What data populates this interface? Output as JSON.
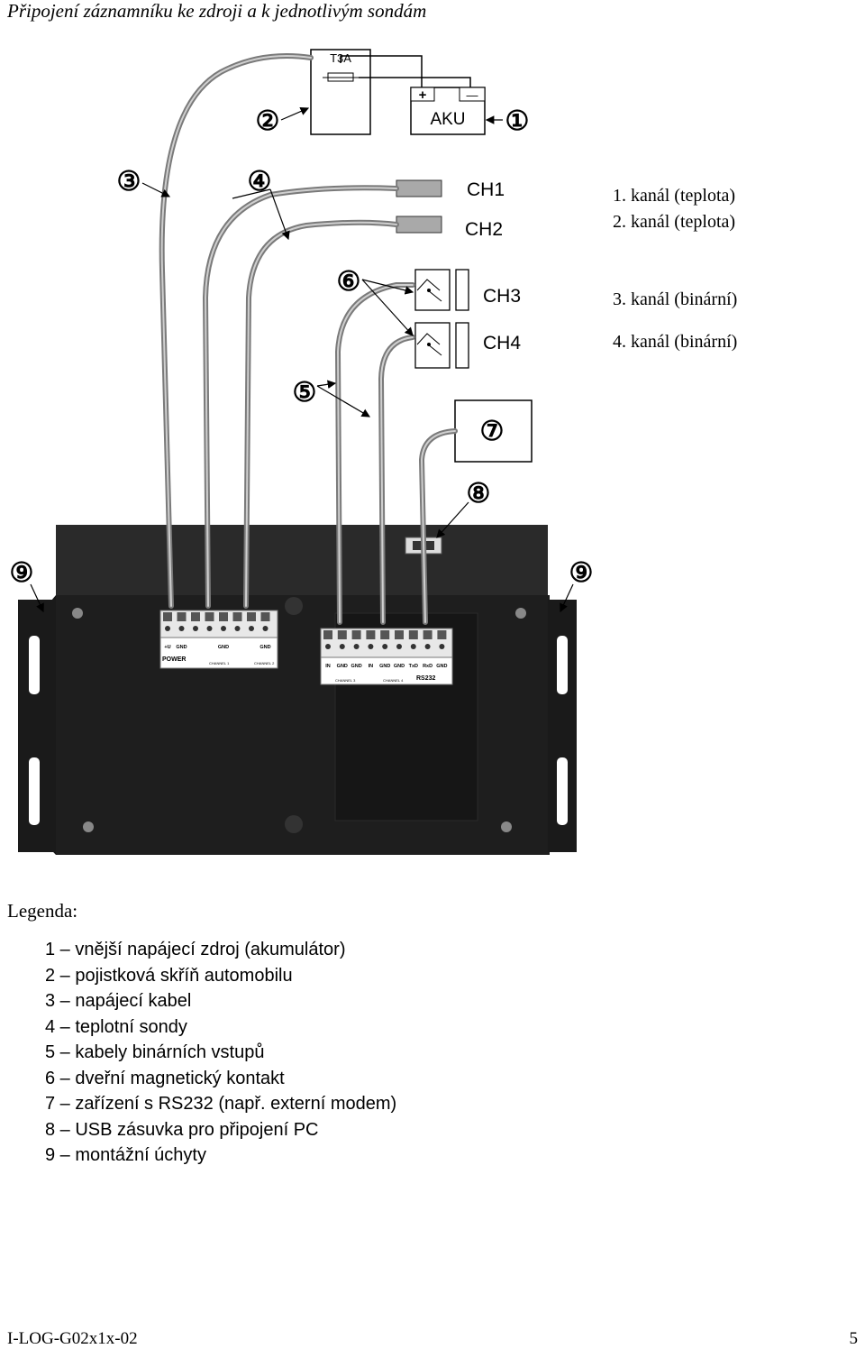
{
  "page": {
    "title": "Připojení záznamníku ke zdroji a k jednotlivým sondám",
    "footer_left": "I-LOG-G02x1x-02",
    "footer_right": "5"
  },
  "diagram": {
    "fuse_box": {
      "fuse": "T3A"
    },
    "battery": {
      "plus": "+",
      "minus": "—",
      "label": "AKU"
    },
    "callouts": [
      "①",
      "②",
      "③",
      "④",
      "⑤",
      "⑥",
      "⑦",
      "⑧",
      "⑨"
    ],
    "channels": [
      "CH1",
      "CH2",
      "CH3",
      "CH4"
    ],
    "channel_desc": [
      "1. kanál (teplota)",
      "2. kanál (teplota)",
      "3. kanál (binární)",
      "4. kanál (binární)"
    ],
    "terminals_left": {
      "pins": [
        "+U",
        "GND",
        "",
        "",
        "GND",
        "",
        "",
        "GND"
      ],
      "power": "POWER",
      "ch1": "CHANNEL 1",
      "ch2": "CHANNEL 2"
    },
    "terminals_right": {
      "pins": [
        "IN",
        "GND",
        "GND",
        "IN",
        "GND",
        "GND",
        "TxD",
        "RxD",
        "GND"
      ],
      "ch3": "CHANNEL 3",
      "ch4": "CHANNEL 4",
      "rs232": "RS232"
    }
  },
  "legend": {
    "heading": "Legenda:",
    "items": [
      "1 – vnější napájecí zdroj (akumulátor)",
      "2 – pojistková skříň automobilu",
      "3 – napájecí kabel",
      "4 – teplotní sondy",
      "5 – kabely binárních vstupů",
      "6 – dveřní magnetický kontakt",
      "7 – zařízení s RS232 (např. externí modem)",
      "8 – USB zásuvka pro připojení PC",
      "9 – montážní úchyty"
    ]
  }
}
